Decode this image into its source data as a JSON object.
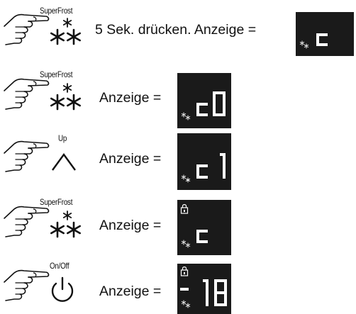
{
  "steps": [
    {
      "button": "SuperFrost",
      "instruction": "5 Sek. drücken. Anzeige =",
      "display": {
        "text": "c",
        "lock": false,
        "dash": false
      }
    },
    {
      "button": "SuperFrost",
      "instruction": "Anzeige =",
      "display": {
        "text": "c0",
        "lock": false,
        "dash": false
      }
    },
    {
      "button": "Up",
      "instruction": "Anzeige =",
      "display": {
        "text": "c 1",
        "lock": false,
        "dash": false
      }
    },
    {
      "button": "SuperFrost",
      "instruction": "Anzeige =",
      "display": {
        "text": "c",
        "lock": true,
        "dash": false
      }
    },
    {
      "button": "On/Off",
      "instruction": "Anzeige =",
      "display": {
        "text": "18",
        "lock": true,
        "dash": true
      }
    }
  ],
  "colors": {
    "display_bg": "#1a1a1a",
    "segment": "#ffffff",
    "ink": "#111111"
  }
}
